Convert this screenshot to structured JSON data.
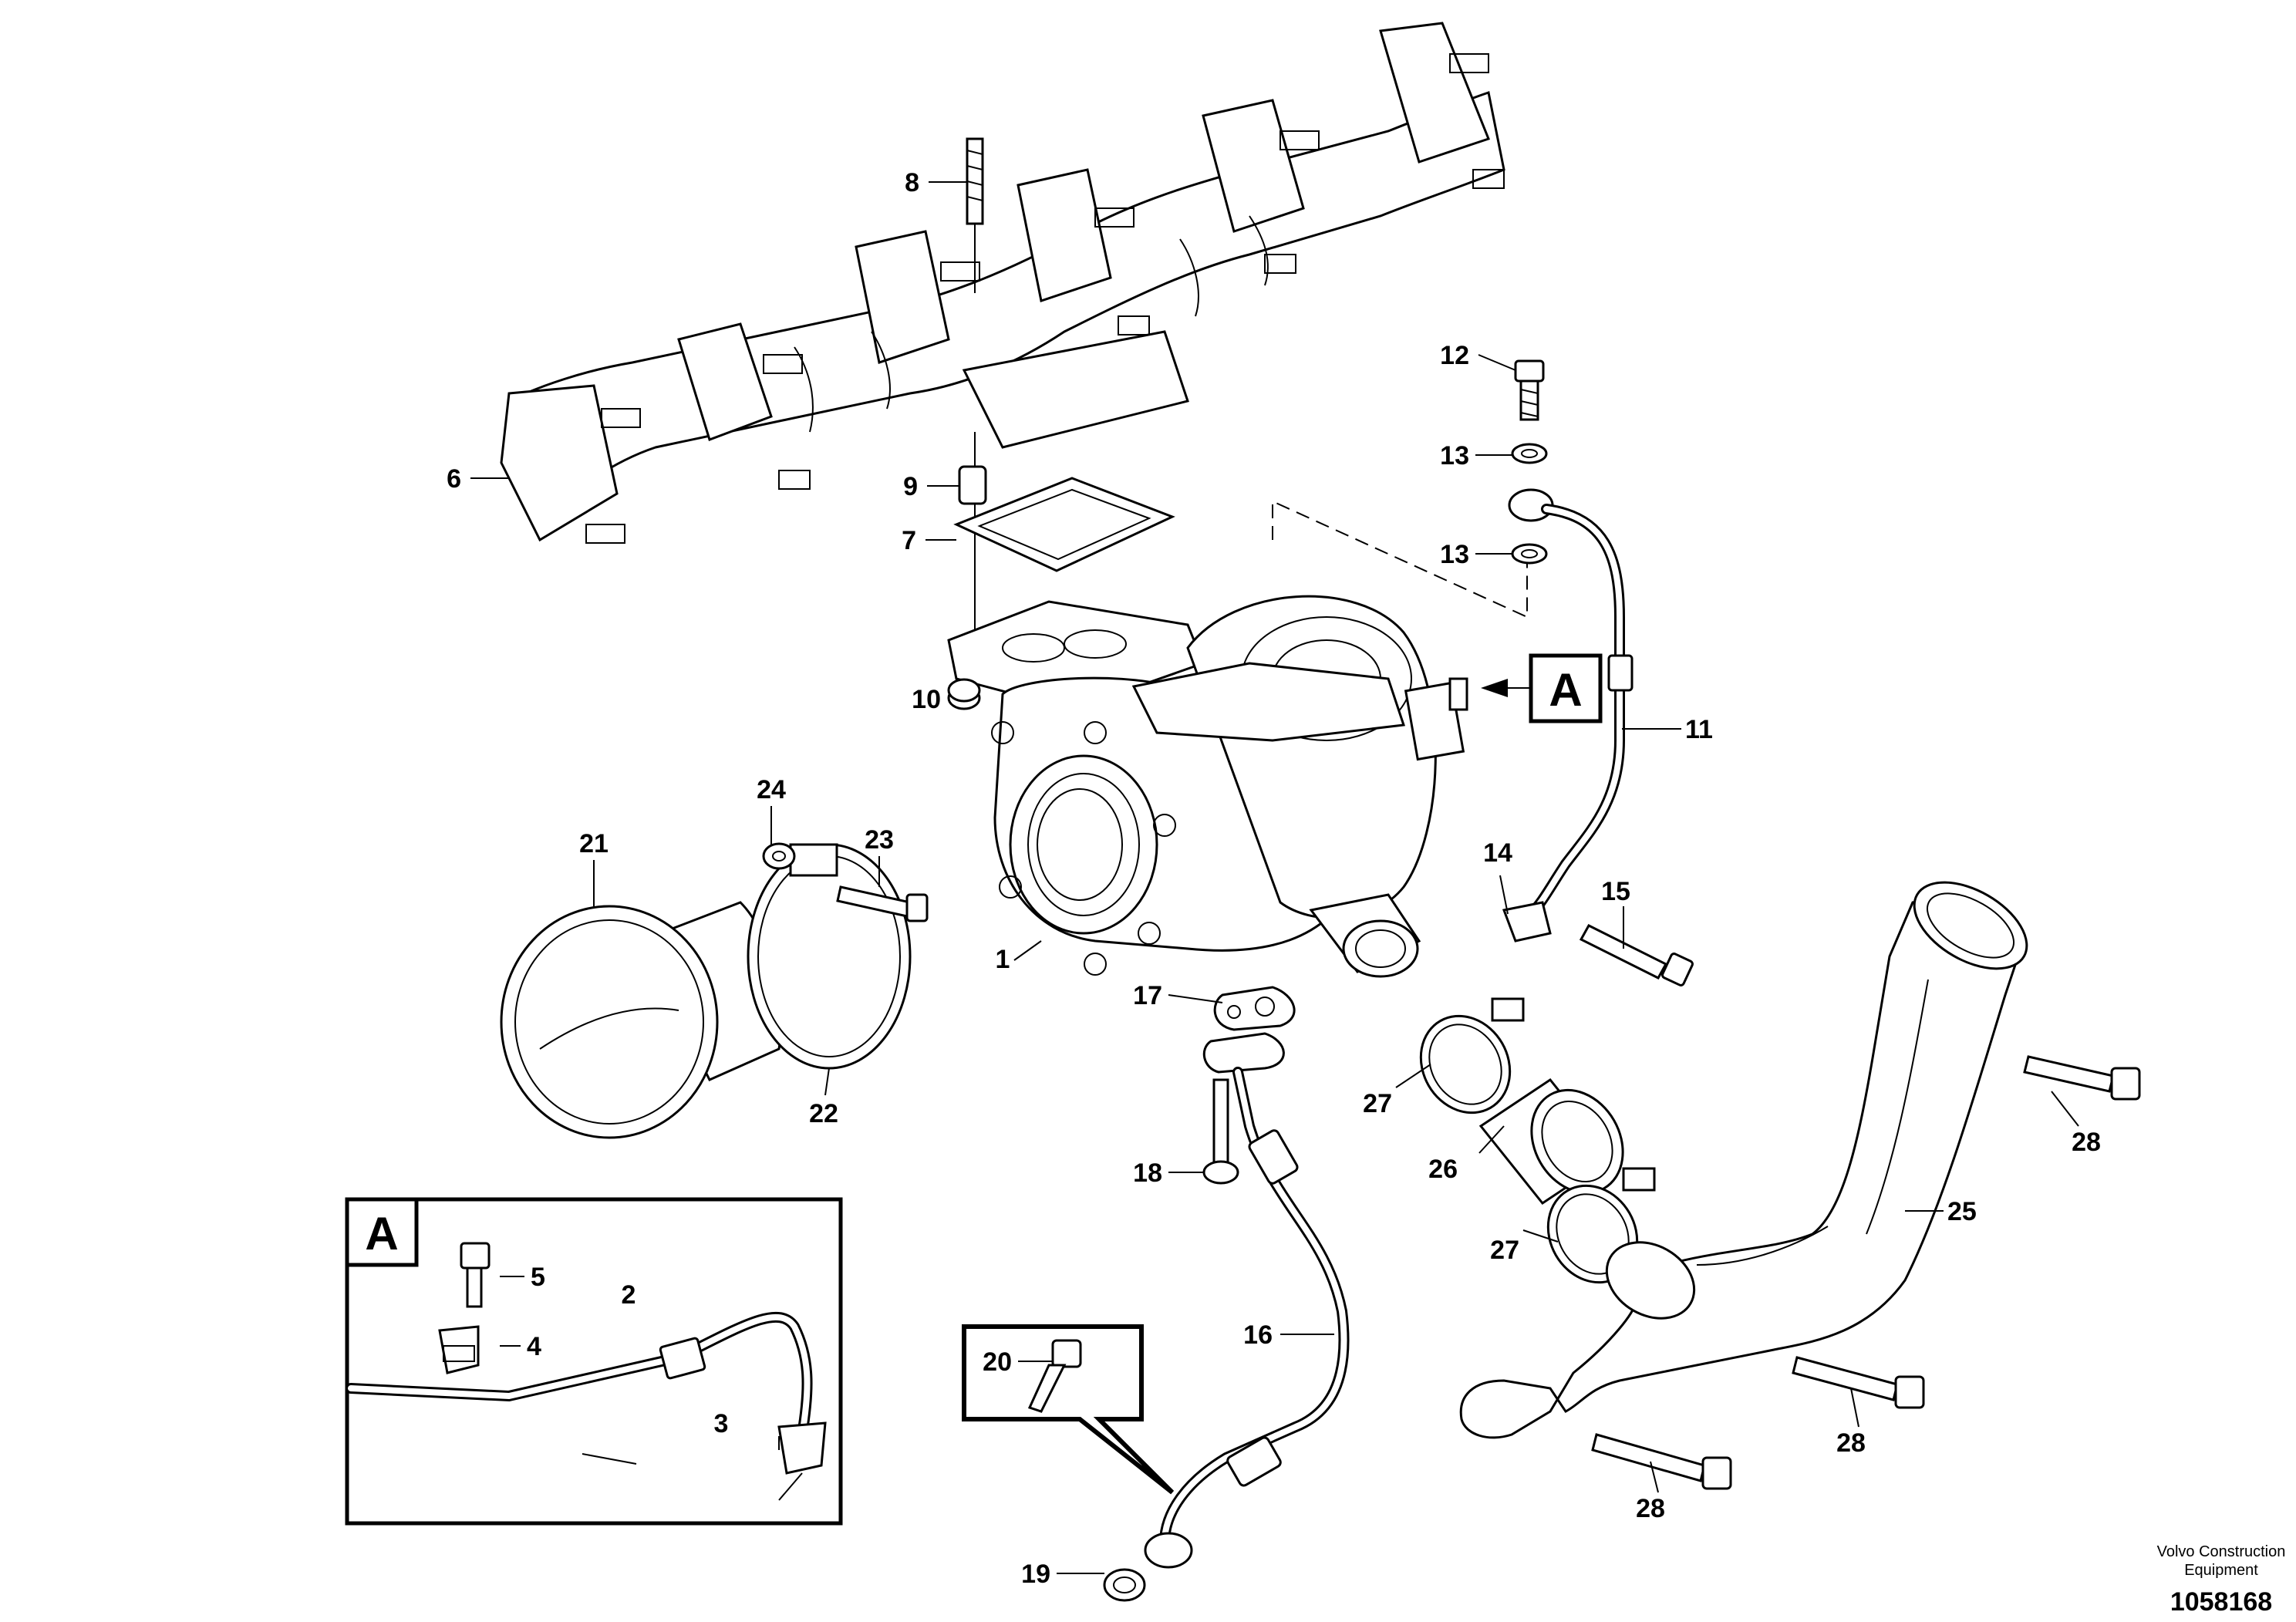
{
  "callouts": {
    "c1": "1",
    "c2": "2",
    "c3": "3",
    "c4": "4",
    "c5": "5",
    "c6": "6",
    "c7": "7",
    "c8": "8",
    "c9": "9",
    "c10": "10",
    "c11": "11",
    "c12": "12",
    "c13a": "13",
    "c13b": "13",
    "c14": "14",
    "c15": "15",
    "c16": "16",
    "c17": "17",
    "c18": "18",
    "c19": "19",
    "c20": "20",
    "c21": "21",
    "c22": "22",
    "c23": "23",
    "c24": "24",
    "c25": "25",
    "c26": "26",
    "c27a": "27",
    "c27b": "27",
    "c28a": "28",
    "c28b": "28",
    "c28c": "28"
  },
  "detail_ref": {
    "main_label": "A",
    "inset_label": "A"
  },
  "footer": {
    "credit_line1": "Volvo Construction",
    "credit_line2": "Equipment",
    "doc_number": "1058168"
  }
}
